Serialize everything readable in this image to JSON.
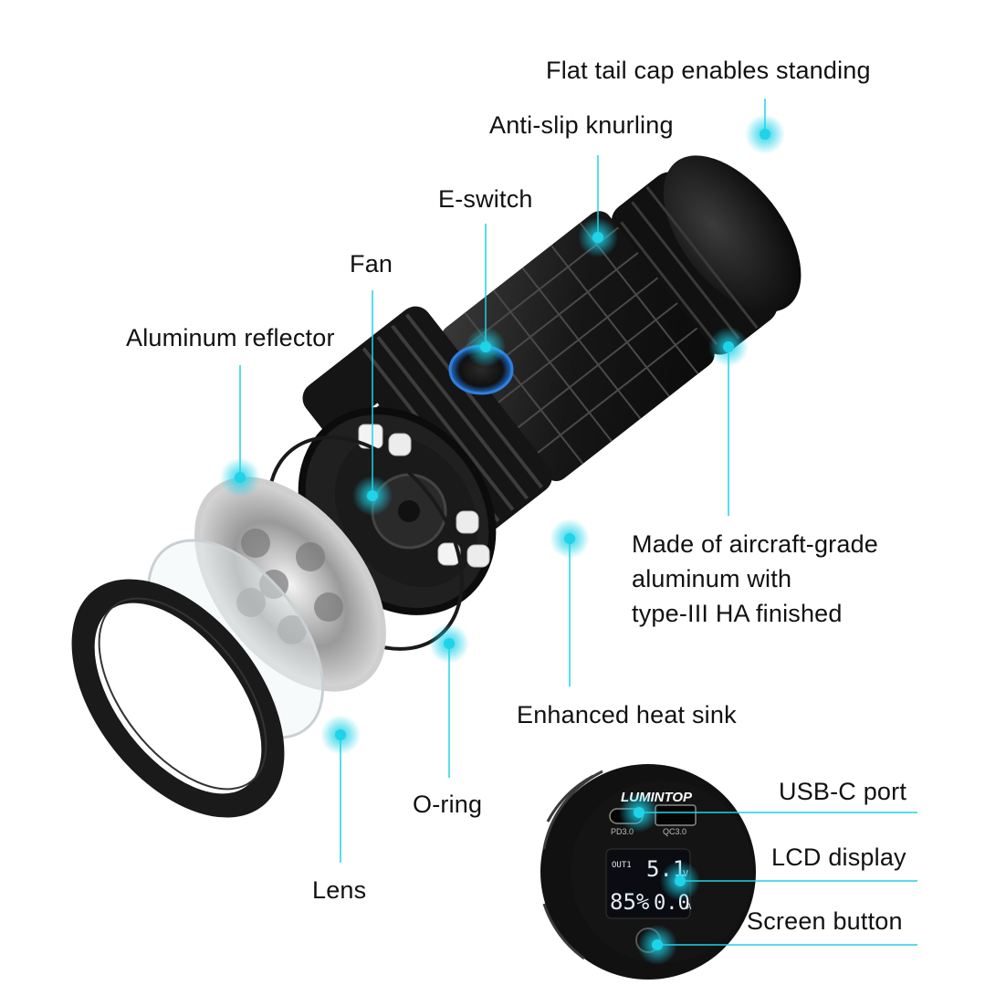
{
  "callouts": {
    "tail_cap": "Flat tail cap enables standing",
    "knurling": "Anti-slip knurling",
    "e_switch": "E-switch",
    "fan": "Fan",
    "reflector": "Aluminum reflector",
    "material_line1": "Made of aircraft-grade",
    "material_line2": "aluminum with",
    "material_line3": "type-III HA finished",
    "heat_sink": "Enhanced heat sink",
    "o_ring": "O-ring",
    "lens": "Lens",
    "usb_c": "USB-C port",
    "lcd": "LCD display",
    "screen_button": "Screen button"
  },
  "product": {
    "brand": "LUMINTOP",
    "port_left": "PD3.0",
    "port_right": "QC3.0",
    "lcd_channel": "OUT1",
    "lcd_voltage": "5.1",
    "lcd_voltage_unit": "V",
    "lcd_battery": "85%",
    "lcd_current": "0.0",
    "lcd_current_unit": "A"
  },
  "colors": {
    "accent": "#1fd3e8",
    "body": "#1a1a1a",
    "text": "#111111"
  }
}
